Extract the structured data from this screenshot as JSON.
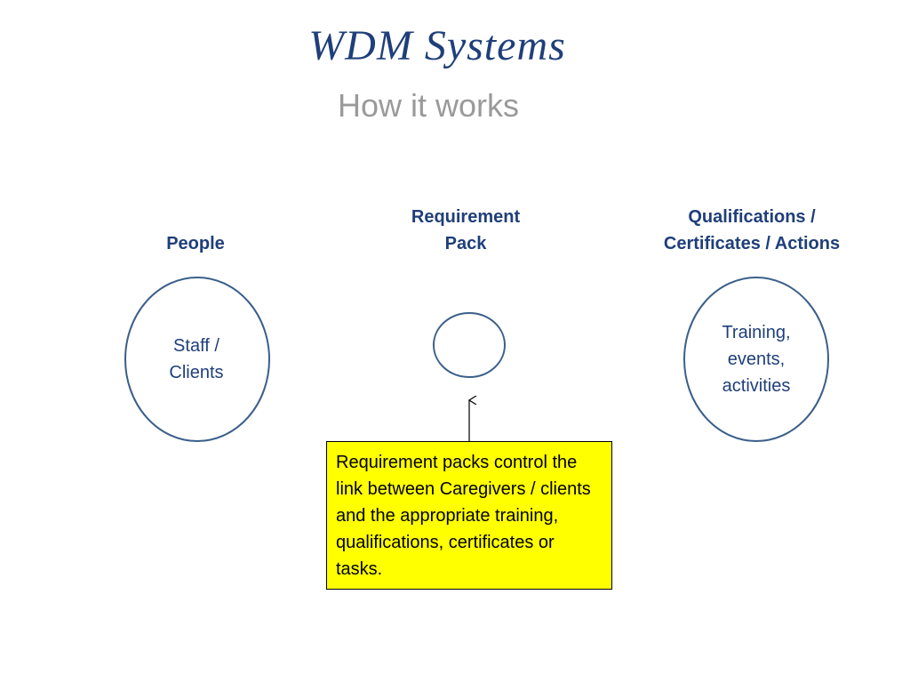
{
  "slide": {
    "title": "WDM Systems",
    "subtitle": "How it works"
  },
  "columns": {
    "people": {
      "heading": "People",
      "circle_text": [
        "Staff /",
        "Clients"
      ]
    },
    "requirement_pack": {
      "heading": [
        "Requirement",
        "Pack"
      ]
    },
    "qualifications": {
      "heading": [
        "Qualifications /",
        "Certificates / Actions"
      ],
      "circle_text": [
        "Training,",
        "events,",
        "activities"
      ]
    }
  },
  "callout": {
    "text": "Requirement packs control the link between Caregivers / clients and the appropriate training, qualifications, certificates or tasks."
  },
  "colors": {
    "title": "#1f3f7a",
    "subtitle": "#9a9a9a",
    "circle_stroke": "#3b5f8a",
    "callout_fill": "#ffff00"
  }
}
